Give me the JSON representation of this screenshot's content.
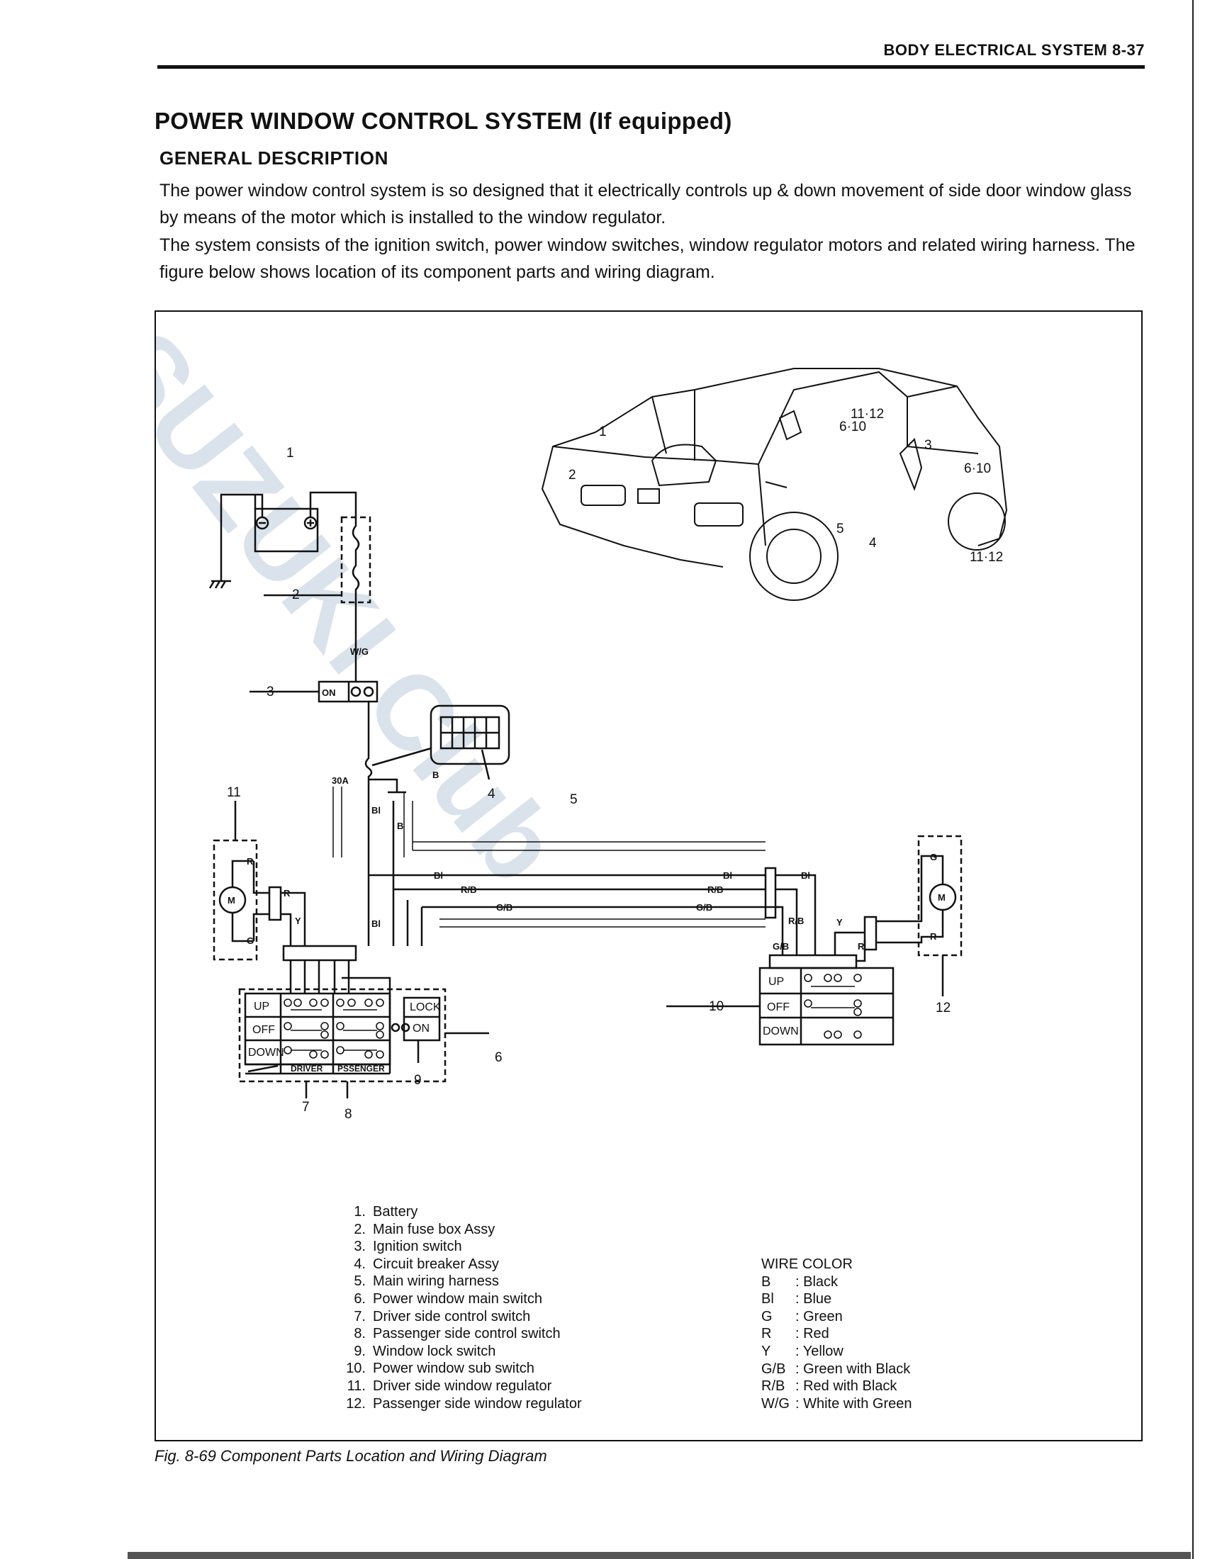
{
  "header": {
    "section": "BODY ELECTRICAL SYSTEM",
    "page": "8-37"
  },
  "title": "POWER WINDOW CONTROL SYSTEM (If equipped)",
  "subtitle": "GENERAL DESCRIPTION",
  "paragraphs": [
    "The power window control system is so designed that it electrically controls up & down movement of side door window glass by means of the motor which is installed to the window regulator.",
    "The system consists of the ignition switch, power window switches, window regulator motors and related wiring harness. The figure below shows location of its component parts and wiring diagram."
  ],
  "watermark": "SUZUKI Club",
  "diagram": {
    "callouts": [
      "1",
      "2",
      "3",
      "4",
      "5",
      "6",
      "7",
      "8",
      "9",
      "10",
      "11",
      "12",
      "6·10",
      "11·12"
    ],
    "labels": {
      "wg": "W/G",
      "on": "ON",
      "breaker": "30A",
      "b": "B",
      "bl": "Bl",
      "r": "R",
      "y": "Y",
      "g": "G",
      "rb": "R/B",
      "gb": "G/B",
      "up": "UP",
      "off": "OFF",
      "down": "DOWN",
      "lock": "LOCK",
      "on_sw": "ON",
      "driver": "DRIVER",
      "passenger": "PSSENGER",
      "motor": "M"
    }
  },
  "legend": [
    {
      "num": "1.",
      "text": "Battery"
    },
    {
      "num": "2.",
      "text": "Main fuse box Assy"
    },
    {
      "num": "3.",
      "text": "Ignition switch"
    },
    {
      "num": "4.",
      "text": "Circuit breaker Assy"
    },
    {
      "num": "5.",
      "text": "Main wiring harness"
    },
    {
      "num": "6.",
      "text": "Power window main switch"
    },
    {
      "num": "7.",
      "text": "Driver side control switch"
    },
    {
      "num": "8.",
      "text": "Passenger side control switch"
    },
    {
      "num": "9.",
      "text": "Window lock switch"
    },
    {
      "num": "10.",
      "text": "Power window sub switch"
    },
    {
      "num": "11.",
      "text": "Driver side window regulator"
    },
    {
      "num": "12.",
      "text": "Passenger side window regulator"
    }
  ],
  "wire_color": {
    "heading": "WIRE COLOR",
    "items": [
      {
        "code": "B",
        "desc": ": Black"
      },
      {
        "code": "Bl",
        "desc": ": Blue"
      },
      {
        "code": "G",
        "desc": ": Green"
      },
      {
        "code": "R",
        "desc": ": Red"
      },
      {
        "code": "Y",
        "desc": ": Yellow"
      },
      {
        "code": "G/B",
        "desc": ": Green with Black"
      },
      {
        "code": "R/B",
        "desc": ": Red with Black"
      },
      {
        "code": "W/G",
        "desc": ": White with Green"
      }
    ]
  },
  "caption": "Fig. 8-69  Component Parts Location and Wiring Diagram"
}
